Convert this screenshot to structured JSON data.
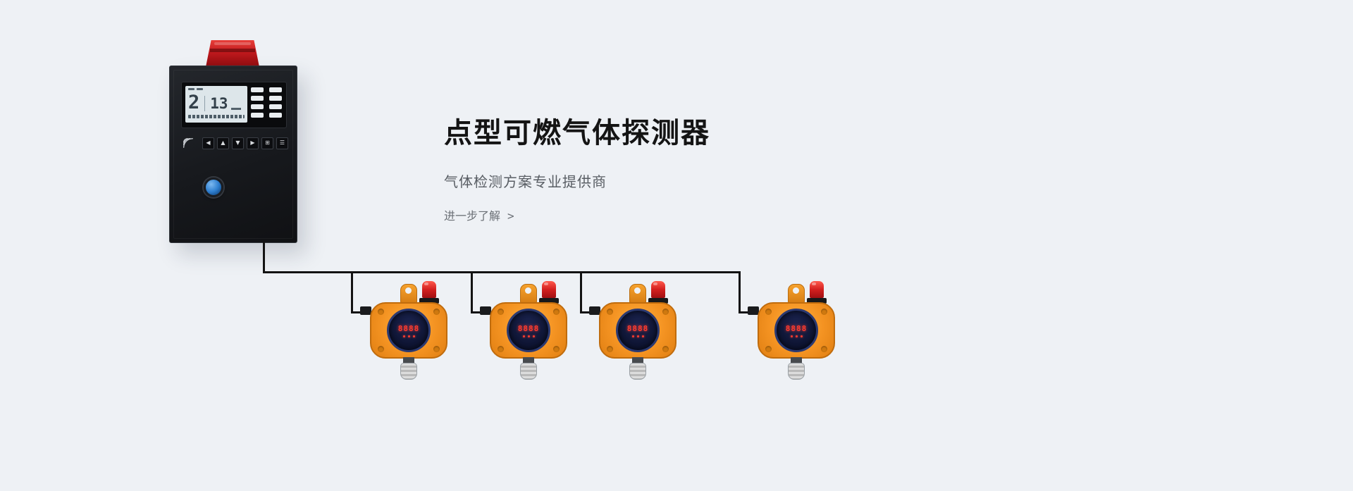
{
  "colors": {
    "page_background": "#eef1f5",
    "detector_orange": "#f49322",
    "alarm_red": "#c0191d",
    "led_red": "#ff3b2f",
    "power_button_blue": "#2f7fd0"
  },
  "hero": {
    "title": "点型可燃气体探测器",
    "subtitle": "气体检测方案专业提供商",
    "link_label": "进一步了解",
    "link_arrow": ">"
  },
  "controller": {
    "lcd": {
      "channel_value": "2",
      "reading_value": "13"
    },
    "keypad": [
      "◀",
      "▲",
      "▼",
      "▶",
      "⊞",
      "☰"
    ]
  },
  "detectors": [
    {
      "display": "8888"
    },
    {
      "display": "8888"
    },
    {
      "display": "8888"
    },
    {
      "display": "8888"
    }
  ]
}
